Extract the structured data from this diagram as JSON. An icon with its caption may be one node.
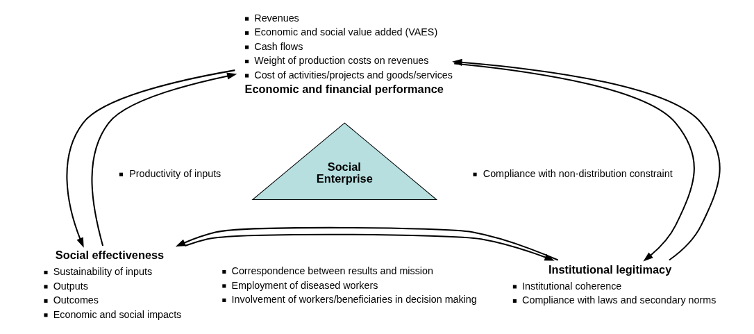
{
  "diagram": {
    "nodes": [
      {
        "text": [
          "Revenues",
          "Economic and social value added (VAES)",
          "Cash flows",
          "Weight of production costs on revenues",
          "Cost of activities/projects and goods/services",
          "Economic and financial performance"
        ]
      },
      {
        "text": [
          "Social Enterprise"
        ]
      },
      {
        "text": [
          "Social effectiveness",
          "Sustainability of inputs",
          "Outputs",
          "Outcomes",
          "Economic and social impacts"
        ]
      },
      {
        "text": [
          "Institutional legitimacy",
          "Institutional coherence",
          "Compliance with laws and secondary norms"
        ]
      }
    ],
    "edges": [
      {
        "from": 0,
        "to": 2,
        "arrow": "to"
      },
      {
        "from": 2,
        "to": 0,
        "arrow": "to"
      },
      {
        "from": 3,
        "to": 0,
        "arrow": "to"
      },
      {
        "from": 0,
        "to": 3,
        "arrow": "to"
      },
      {
        "from": 2,
        "to": 3,
        "arrow": "to"
      },
      {
        "from": 3,
        "to": 2,
        "arrow": "to"
      }
    ],
    "labels": [
      "Productivity of inputs",
      "Compliance with non-distribution constraint",
      "Correspondence between results and mission",
      "Employment of diseased workers",
      "Involvement of workers/beneficiaries in decision making"
    ]
  }
}
